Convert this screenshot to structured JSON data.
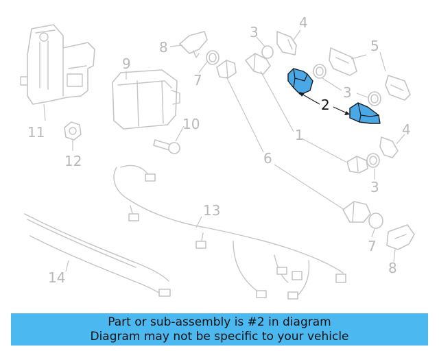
{
  "callouts": {
    "c1": "1",
    "c2": "2",
    "c3a": "3",
    "c3b": "3",
    "c3c": "3",
    "c4a": "4",
    "c4b": "4",
    "c5": "5",
    "c6": "6",
    "c7a": "7",
    "c7b": "7",
    "c8a": "8",
    "c8b": "8",
    "c9": "9",
    "c10": "10",
    "c11": "11",
    "c12": "12",
    "c13": "13",
    "c14": "14"
  },
  "highlighted_part": "2",
  "colors": {
    "highlight": "#4aa8e6",
    "banner": "#4bb8f0",
    "line_art": "#c4c4c4"
  },
  "banner": {
    "line1": "Part or sub-assembly is #2 in diagram",
    "line2": "Diagram may not be specific to your vehicle"
  }
}
